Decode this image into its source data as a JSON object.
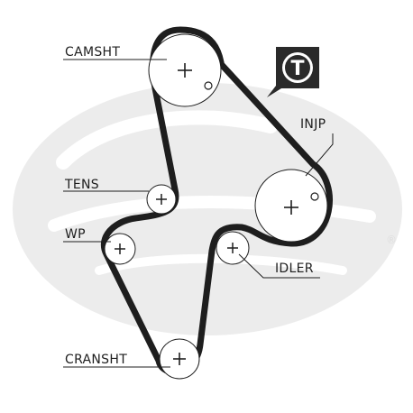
{
  "diagram": {
    "labels": {
      "camshaft": "CAMSHT",
      "injection_pump": "INJP",
      "tensioner": "TENS",
      "water_pump": "WP",
      "idler": "IDLER",
      "crankshaft": "CRANSHT"
    },
    "badge": {
      "letter": "T"
    },
    "watermark": {
      "registered_mark": "®"
    },
    "colors": {
      "belt": "#1e1e1e",
      "watermark": "#ececec",
      "badge_bg": "#2a2a2a",
      "badge_ring": "#ffffff"
    },
    "icons": [
      "timing-badge-icon",
      "brand-watermark"
    ]
  }
}
